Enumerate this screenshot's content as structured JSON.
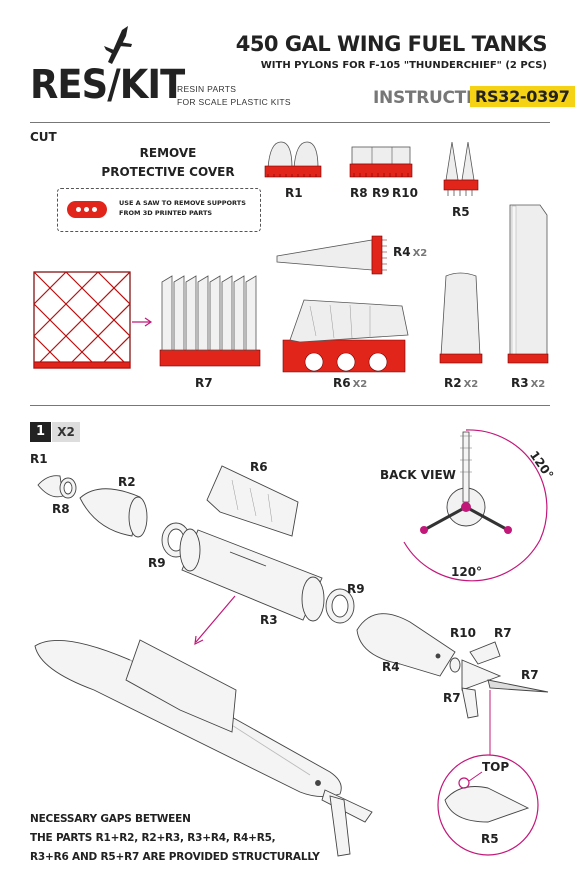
{
  "header": {
    "logo_text": "RES/KIT",
    "tagline_line1": "RESIN PARTS",
    "tagline_line2": "FOR SCALE PLASTIC KITS",
    "title": "450 GAL WING FUEL TANKS",
    "subtitle": "WITH PYLONS FOR F-105 \"THUNDERCHIEF\" (2 PCS)",
    "instruction_label": "INSTRUCTION",
    "product_code": "RS32-0397"
  },
  "cut_section": {
    "heading": "CUT",
    "remove_line1": "REMOVE",
    "remove_line2": "PROTECTIVE COVER",
    "saw_note_line1": "USE A SAW TO REMOVE SUPPORTS",
    "saw_note_line2": "FROM 3D PRINTED PARTS",
    "parts": {
      "r1": "R1",
      "r8": "R8",
      "r9": "R9",
      "r10": "R10",
      "r5": "R5",
      "r4": "R4",
      "r4_mult": "X2",
      "r7": "R7",
      "r6": "R6",
      "r6_mult": "X2",
      "r2": "R2",
      "r2_mult": "X2",
      "r3": "R3",
      "r3_mult": "X2"
    }
  },
  "step1": {
    "number": "1",
    "multiplier": "X2",
    "labels": {
      "r1": "R1",
      "r8": "R8",
      "r2": "R2",
      "r6": "R6",
      "r9a": "R9",
      "r3": "R3",
      "r9b": "R9",
      "r4": "R4",
      "r10": "R10",
      "r7a": "R7",
      "r7b": "R7",
      "r7c": "R7",
      "top": "TOP",
      "r5": "R5"
    },
    "back_view": "BACK VIEW",
    "angle_right": "120°",
    "angle_bottom": "120°",
    "gaps_note_line1": "NECESSARY GAPS BETWEEN",
    "gaps_note_line2": "THE PARTS R1+R2, R2+R3, R3+R4, R4+R5,",
    "gaps_note_line3": "R3+R6 AND R5+R7 ARE PROVIDED STRUCTURALLY"
  },
  "colors": {
    "accent_red": "#e1251b",
    "accent_magenta": "#c2187a",
    "code_yellow": "#f6d214",
    "text_dark": "#222222",
    "text_gray": "#777777"
  }
}
